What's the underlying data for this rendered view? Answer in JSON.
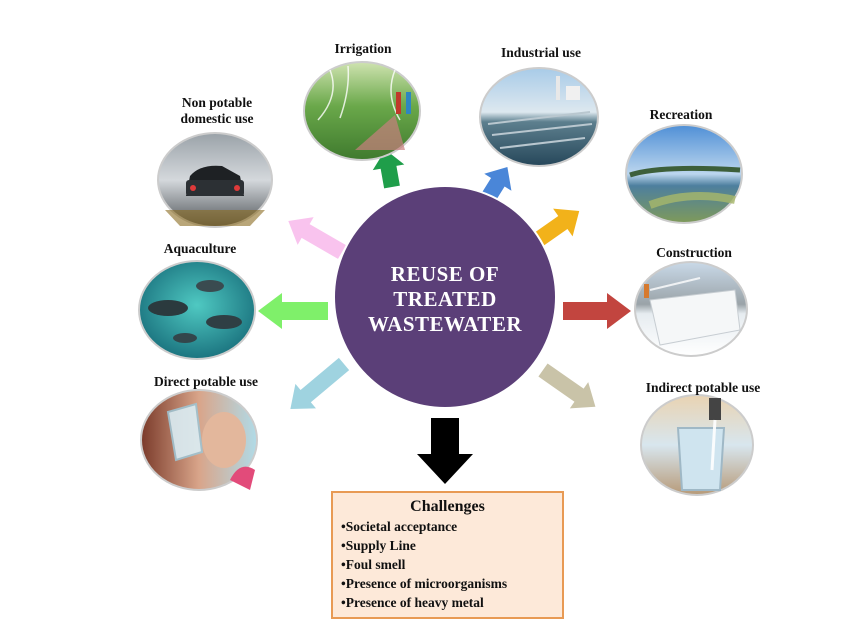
{
  "center": {
    "line1": "REUSE OF",
    "line2": "TREATED",
    "line3": "WASTEWATER",
    "color": "#5b3f78"
  },
  "uses": [
    {
      "id": "irrigation",
      "label": "Irrigation",
      "arrow_color": "#1f9e4a",
      "icon": "irrigation-photo"
    },
    {
      "id": "industrial",
      "label": "Industrial use",
      "arrow_color": "#4a86d8",
      "icon": "industrial-photo"
    },
    {
      "id": "recreation",
      "label": "Recreation",
      "arrow_color": "#f2b21a",
      "icon": "recreation-photo"
    },
    {
      "id": "construction",
      "label": "Construction",
      "arrow_color": "#c2453f",
      "icon": "construction-photo"
    },
    {
      "id": "indirect",
      "label": "Indirect potable use",
      "arrow_color": "#c9c3a8",
      "icon": "indirect-potable-photo"
    },
    {
      "id": "direct",
      "label": "Direct potable use",
      "arrow_color": "#9fd3e0",
      "icon": "direct-potable-photo"
    },
    {
      "id": "aquaculture",
      "label": "Aquaculture",
      "arrow_color": "#7ff06a",
      "icon": "aquaculture-photo"
    },
    {
      "id": "nonpotable",
      "label_line1": "Non potable",
      "label_line2": "domestic use",
      "arrow_color": "#f9c3ee",
      "icon": "car-wash-photo"
    }
  ],
  "challenges": {
    "title": "Challenges",
    "items": [
      "•Societal acceptance",
      "•Supply Line",
      "•Foul smell",
      "•Presence of microorganisms",
      "•Presence of heavy metal"
    ],
    "arrow_color": "#000000"
  }
}
